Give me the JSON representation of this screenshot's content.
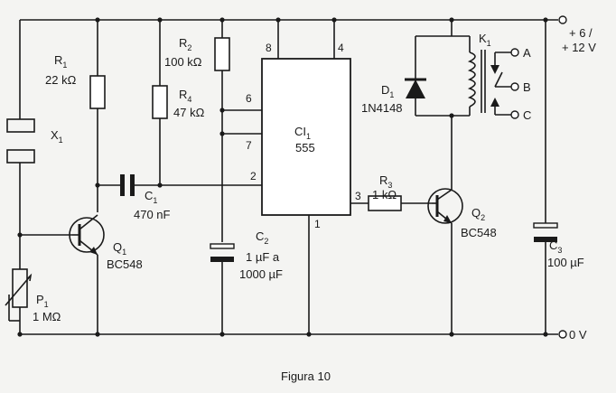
{
  "caption": "Figura 10",
  "supply": {
    "positive": "+ 6 /",
    "positive2": "+ 12 V",
    "ground": "0 V"
  },
  "ic": {
    "ref": "CI",
    "ref_sub": "1",
    "part": "555",
    "pins": [
      "8",
      "4",
      "6",
      "7",
      "2",
      "3",
      "1"
    ]
  },
  "components": {
    "R1": {
      "ref": "R",
      "sub": "1",
      "value": "22 kΩ"
    },
    "R2": {
      "ref": "R",
      "sub": "2",
      "value": "100 kΩ"
    },
    "R3": {
      "ref": "R",
      "sub": "3",
      "value": "1 kΩ"
    },
    "R4": {
      "ref": "R",
      "sub": "4",
      "value": "47 kΩ"
    },
    "X1": {
      "ref": "X",
      "sub": "1"
    },
    "C1": {
      "ref": "C",
      "sub": "1",
      "value": "470 nF"
    },
    "C2": {
      "ref": "C",
      "sub": "2",
      "value": "1 µF a",
      "value2": "1000 µF"
    },
    "C3": {
      "ref": "C",
      "sub": "3",
      "value": "100 µF"
    },
    "Q1": {
      "ref": "Q",
      "sub": "1",
      "part": "BC548"
    },
    "Q2": {
      "ref": "Q",
      "sub": "2",
      "part": "BC548"
    },
    "P1": {
      "ref": "P",
      "sub": "1",
      "value": "1 MΩ"
    },
    "D1": {
      "ref": "D",
      "sub": "1",
      "part": "1N4148"
    },
    "K1": {
      "ref": "K",
      "sub": "1",
      "contacts": [
        "A",
        "B",
        "C"
      ]
    }
  }
}
